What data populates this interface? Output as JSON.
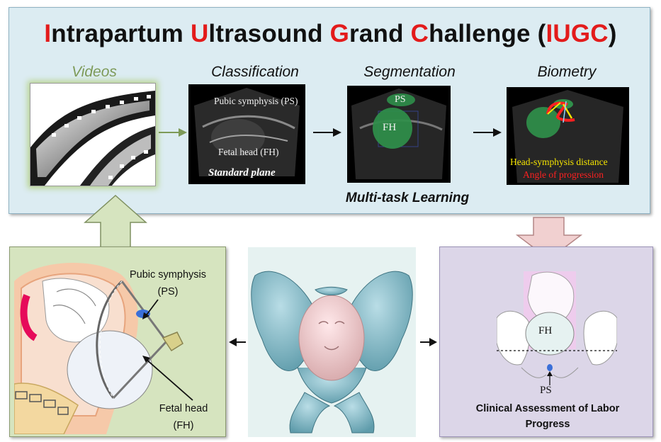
{
  "title": {
    "letter_i": "I",
    "rest_i": "ntrapartum ",
    "letter_u": "U",
    "rest_u": "ltrasound ",
    "letter_g": "G",
    "rest_g": "rand ",
    "letter_c": "C",
    "rest_c": "hallenge (",
    "abbr": "IUGC",
    "close": ")"
  },
  "steps": {
    "videos": "Videos",
    "classification": "Classification",
    "segmentation": "Segmentation",
    "biometry": "Biometry"
  },
  "classification_image": {
    "ps_label": "Pubic symphysis (PS)",
    "fh_label": "Fetal head (FH)",
    "plane_label": "Standard plane"
  },
  "segmentation_image": {
    "ps": "PS",
    "fh": "FH"
  },
  "biometry_image": {
    "distance_label": "Head-symphysis distance",
    "angle_label": "Angle of progression"
  },
  "multitask": "Multi-task Learning",
  "left_panel": {
    "ps_line1": "Pubic symphysis",
    "ps_line2": "(PS)",
    "fh_line1": "Fetal head",
    "fh_line2": "(FH)"
  },
  "right_panel": {
    "fh": "FH",
    "ps": "PS",
    "caption_line1": "Clinical Assessment of Labor",
    "caption_line2": "Progress"
  },
  "colors": {
    "red_accent": "#e31b1b",
    "videos_green": "#7d9a58",
    "segment_green": "#2f8f4a",
    "biometry_yellow": "#f4e300",
    "biometry_red": "#ff2020"
  }
}
